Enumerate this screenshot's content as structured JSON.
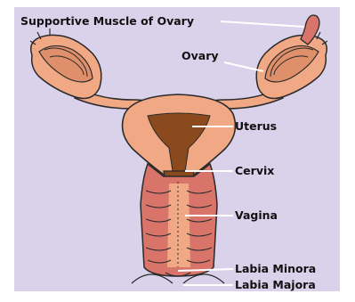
{
  "labels": {
    "supportive_muscle": "Supportive Muscle of Ovary",
    "ovary": "Ovary",
    "uterus": "Uterus",
    "cervix": "Cervix",
    "vagina": "Vagina",
    "labia_minora": "Labia Minora",
    "labia_majora": "Labia Majora"
  },
  "colors": {
    "background_panel": "#d9d2ea",
    "tissue": "#f1a884",
    "tissue_dark": "#e08f6b",
    "cavity": "#8b4a1d",
    "vaginal_wall": "#d9746a",
    "outline": "#2a2a2a",
    "leader_line": "#ffffff"
  }
}
